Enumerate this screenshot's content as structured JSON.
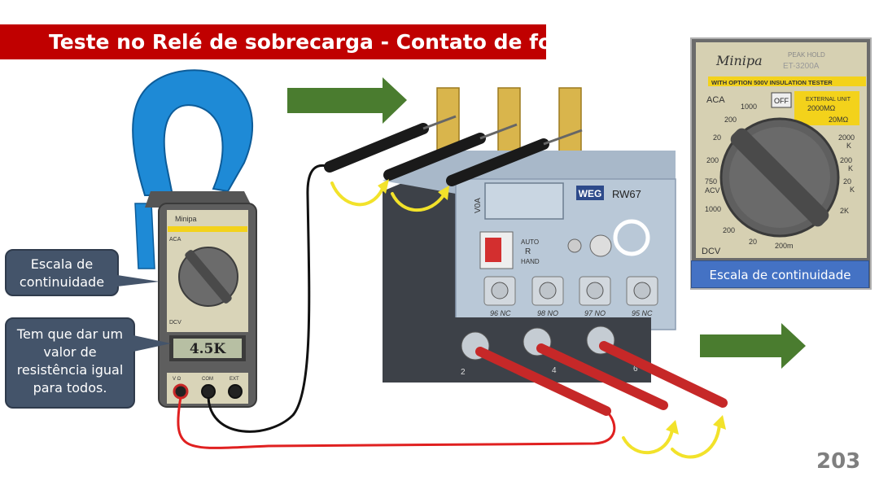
{
  "slide": {
    "title": "Teste no Relé de sobrecarga - Contato de força",
    "page_number": "203"
  },
  "callouts": {
    "scale": [
      "Escala de",
      "continuidade"
    ],
    "resistance": [
      "Tem que dar um",
      "valor de",
      "resistência igual",
      "para todos."
    ]
  },
  "inset": {
    "caption": "Escala de continuidade",
    "brand": "Minipa",
    "model": "ET-3200A",
    "peak_hold": "PEAK HOLD",
    "option_text": "WITH OPTION 500V  INSULATION TESTER",
    "aca": "ACA",
    "off": "OFF",
    "dcv": "DCV",
    "external_unit": "EXTERNAL UNIT",
    "mohm": "2000MΩ",
    "dial_labels": [
      "1000",
      "200",
      "20",
      "200",
      "750",
      "ACV",
      "1000",
      "200",
      "20",
      "200m",
      "20MΩ",
      "2000",
      "K",
      "200",
      "K",
      "20",
      "K",
      "2K"
    ]
  },
  "meter": {
    "display": "4.5K",
    "brand": "Minipa",
    "terminals": [
      "V Ω",
      "COM",
      "EXT"
    ],
    "aca": "ACA",
    "dcv": "DCV"
  },
  "relay": {
    "brand": "WEG",
    "model": "RW67",
    "side_label": "V0A",
    "aux_labels": [
      "96 NC",
      "98 NO",
      "97 NO",
      "95 NC"
    ],
    "power_labels": [
      "2",
      "4",
      "6"
    ],
    "mode_labels": [
      "AUTO",
      "R",
      "HAND"
    ]
  },
  "colors": {
    "title_bg": "#c00000",
    "callout_bg": "#44546a",
    "caption_bg": "#4472c4",
    "arrow_green": "#4a7c2f",
    "probe_red": "#c62828",
    "page_number": "#7f7f7f"
  }
}
